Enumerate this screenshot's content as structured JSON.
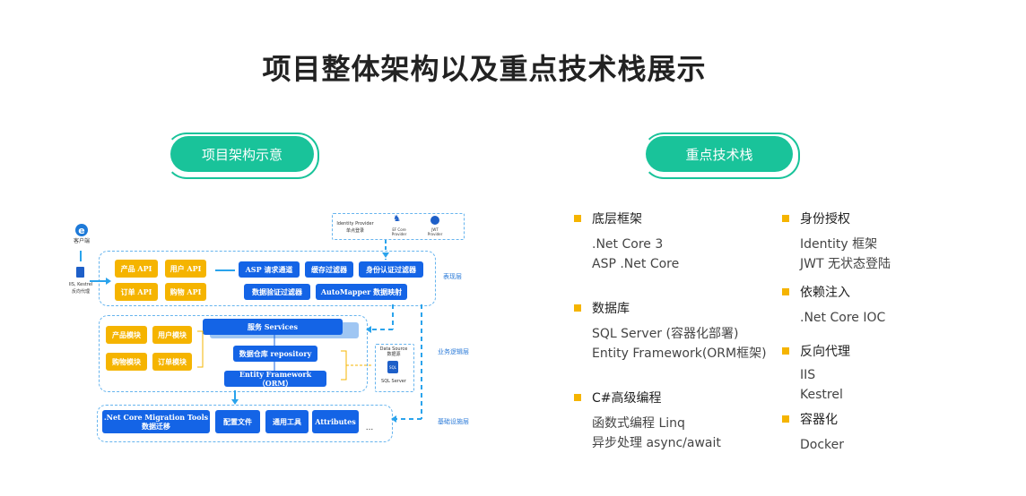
{
  "page": {
    "title": "项目整体架构以及重点技术栈展示"
  },
  "left_pill": {
    "label": "项目架构示意"
  },
  "right_pill": {
    "label": "重点技术栈"
  },
  "diagram": {
    "client_label": "客户端",
    "iis_label": "IIS, Kestrel\n反向代理",
    "identity_provider": "Identity Provider\n单点登录",
    "ef_core_provider": "EF Core\nProvider",
    "jwt_provider": "JWT\nProvider",
    "presentation": {
      "tag": "表现层",
      "apis": [
        "产品 API",
        "用户 API",
        "订单 API",
        "购物 API"
      ],
      "filters": [
        "ASP 请求通道",
        "缓存过滤器",
        "身份认证过滤器",
        "数据验证过滤器",
        "AutoMapper 数据映射"
      ]
    },
    "business": {
      "tag": "业务逻辑层",
      "modules": [
        "产品模块",
        "用户模块",
        "购物模块",
        "订单模块"
      ],
      "services": "服务 Services",
      "repository": "数据仓库 repository",
      "ef": "Entity Framework （ORM）",
      "datasource": "Data Source\n数据源",
      "sql_icon": "SQL",
      "sqlserver": "SQL Server"
    },
    "infrastructure": {
      "tag": "基础设施层",
      "migration": ".Net Core Migration Tools\n数据迁移",
      "items": [
        "配置文件",
        "通用工具",
        "Attributes"
      ],
      "more": "..."
    }
  },
  "tech_stack": {
    "col1": [
      {
        "heading": "底层框架",
        "lines": [
          ".Net Core 3",
          "ASP .Net Core"
        ]
      },
      {
        "heading": "数据库",
        "lines": [
          "SQL Server (容器化部署)",
          "Entity Framework(ORM框架)"
        ]
      },
      {
        "heading": "C#高级编程",
        "lines": [
          "函数式编程 Linq",
          "异步处理 async/await"
        ]
      }
    ],
    "col2": [
      {
        "heading": "身份授权",
        "lines": [
          "Identity 框架",
          "JWT 无状态登陆"
        ]
      },
      {
        "heading": "依赖注入",
        "lines": [
          ".Net Core IOC"
        ]
      },
      {
        "heading": "反向代理",
        "lines": [
          "IIS",
          "Kestrel"
        ]
      },
      {
        "heading": "容器化",
        "lines": [
          "Docker"
        ]
      }
    ]
  },
  "colors": {
    "accent": "#19c39a",
    "bullet": "#f5b400",
    "block_blue": "#1464e6",
    "block_yellow": "#f5b400"
  }
}
